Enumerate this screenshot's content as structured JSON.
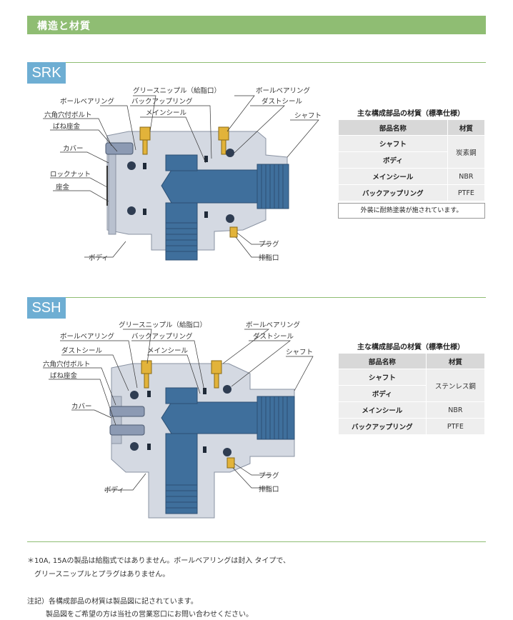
{
  "header": {
    "title": "構造と材質"
  },
  "colors": {
    "accent_green": "#8fbd73",
    "tag_blue": "#6eaed3",
    "body_gray": "#d4d9e2",
    "part_blue": "#3f6f9c"
  },
  "srk": {
    "tag": "SRK",
    "labels": {
      "grease_nipple": "グリースニップル（給脂口）",
      "ball_bearing_top": "ボールベアリング",
      "ball_bearing_left": "ボールベアリング",
      "backup_ring": "バックアップリング",
      "dust_seal": "ダストシール",
      "hex_bolt": "六角穴付ボルト",
      "spring_washer": "ばね座金",
      "main_seal": "メインシール",
      "shaft": "シャフト",
      "cover": "カバー",
      "lock_nut": "ロックナット",
      "washer": "座金",
      "plug": "プラグ",
      "drain": "排脂口",
      "body": "ボディ"
    },
    "table": {
      "title": "主な構成部品の材質（標準仕様）",
      "headers": [
        "部品名称",
        "材質"
      ],
      "rows": [
        {
          "name": "シャフト",
          "material": "炭素鋼"
        },
        {
          "name": "ボディ"
        },
        {
          "name": "メインシール",
          "material": "NBR"
        },
        {
          "name": "バックアップリング",
          "material": "PTFE"
        }
      ],
      "note": "外装に耐熱塗装が施されています。"
    }
  },
  "ssh": {
    "tag": "SSH",
    "labels": {
      "grease_nipple": "グリースニップル（給脂口）",
      "ball_bearing_top": "ボールベアリング",
      "ball_bearing_left": "ボールベアリング",
      "backup_ring": "バックアップリング",
      "dust_seal_right": "ダストシール",
      "dust_seal_left": "ダストシール",
      "main_seal": "メインシール",
      "shaft": "シャフト",
      "hex_bolt": "六角穴付ボルト",
      "spring_washer": "ばね座金",
      "cover": "カバー",
      "plug": "プラグ",
      "drain": "排脂口",
      "body": "ボディ"
    },
    "table": {
      "title": "主な構成部品の材質（標準仕様）",
      "headers": [
        "部品名称",
        "材質"
      ],
      "rows": [
        {
          "name": "シャフト",
          "material": "ステンレス鋼"
        },
        {
          "name": "ボディ"
        },
        {
          "name": "メインシール",
          "material": "NBR"
        },
        {
          "name": "バックアップリング",
          "material": "PTFE"
        }
      ]
    }
  },
  "footer": {
    "note1_line1": "＊10A, 15Aの製品は給脂式ではありません。ボールベアリングは封入 タイプで、",
    "note1_line2": "グリースニップルとプラグはありません。",
    "note2_line1": "注記）各構成部品の材質は製品図に記されています。",
    "note2_line2": "製品図をご希望の方は当社の営業窓口にお問い合わせください。"
  }
}
